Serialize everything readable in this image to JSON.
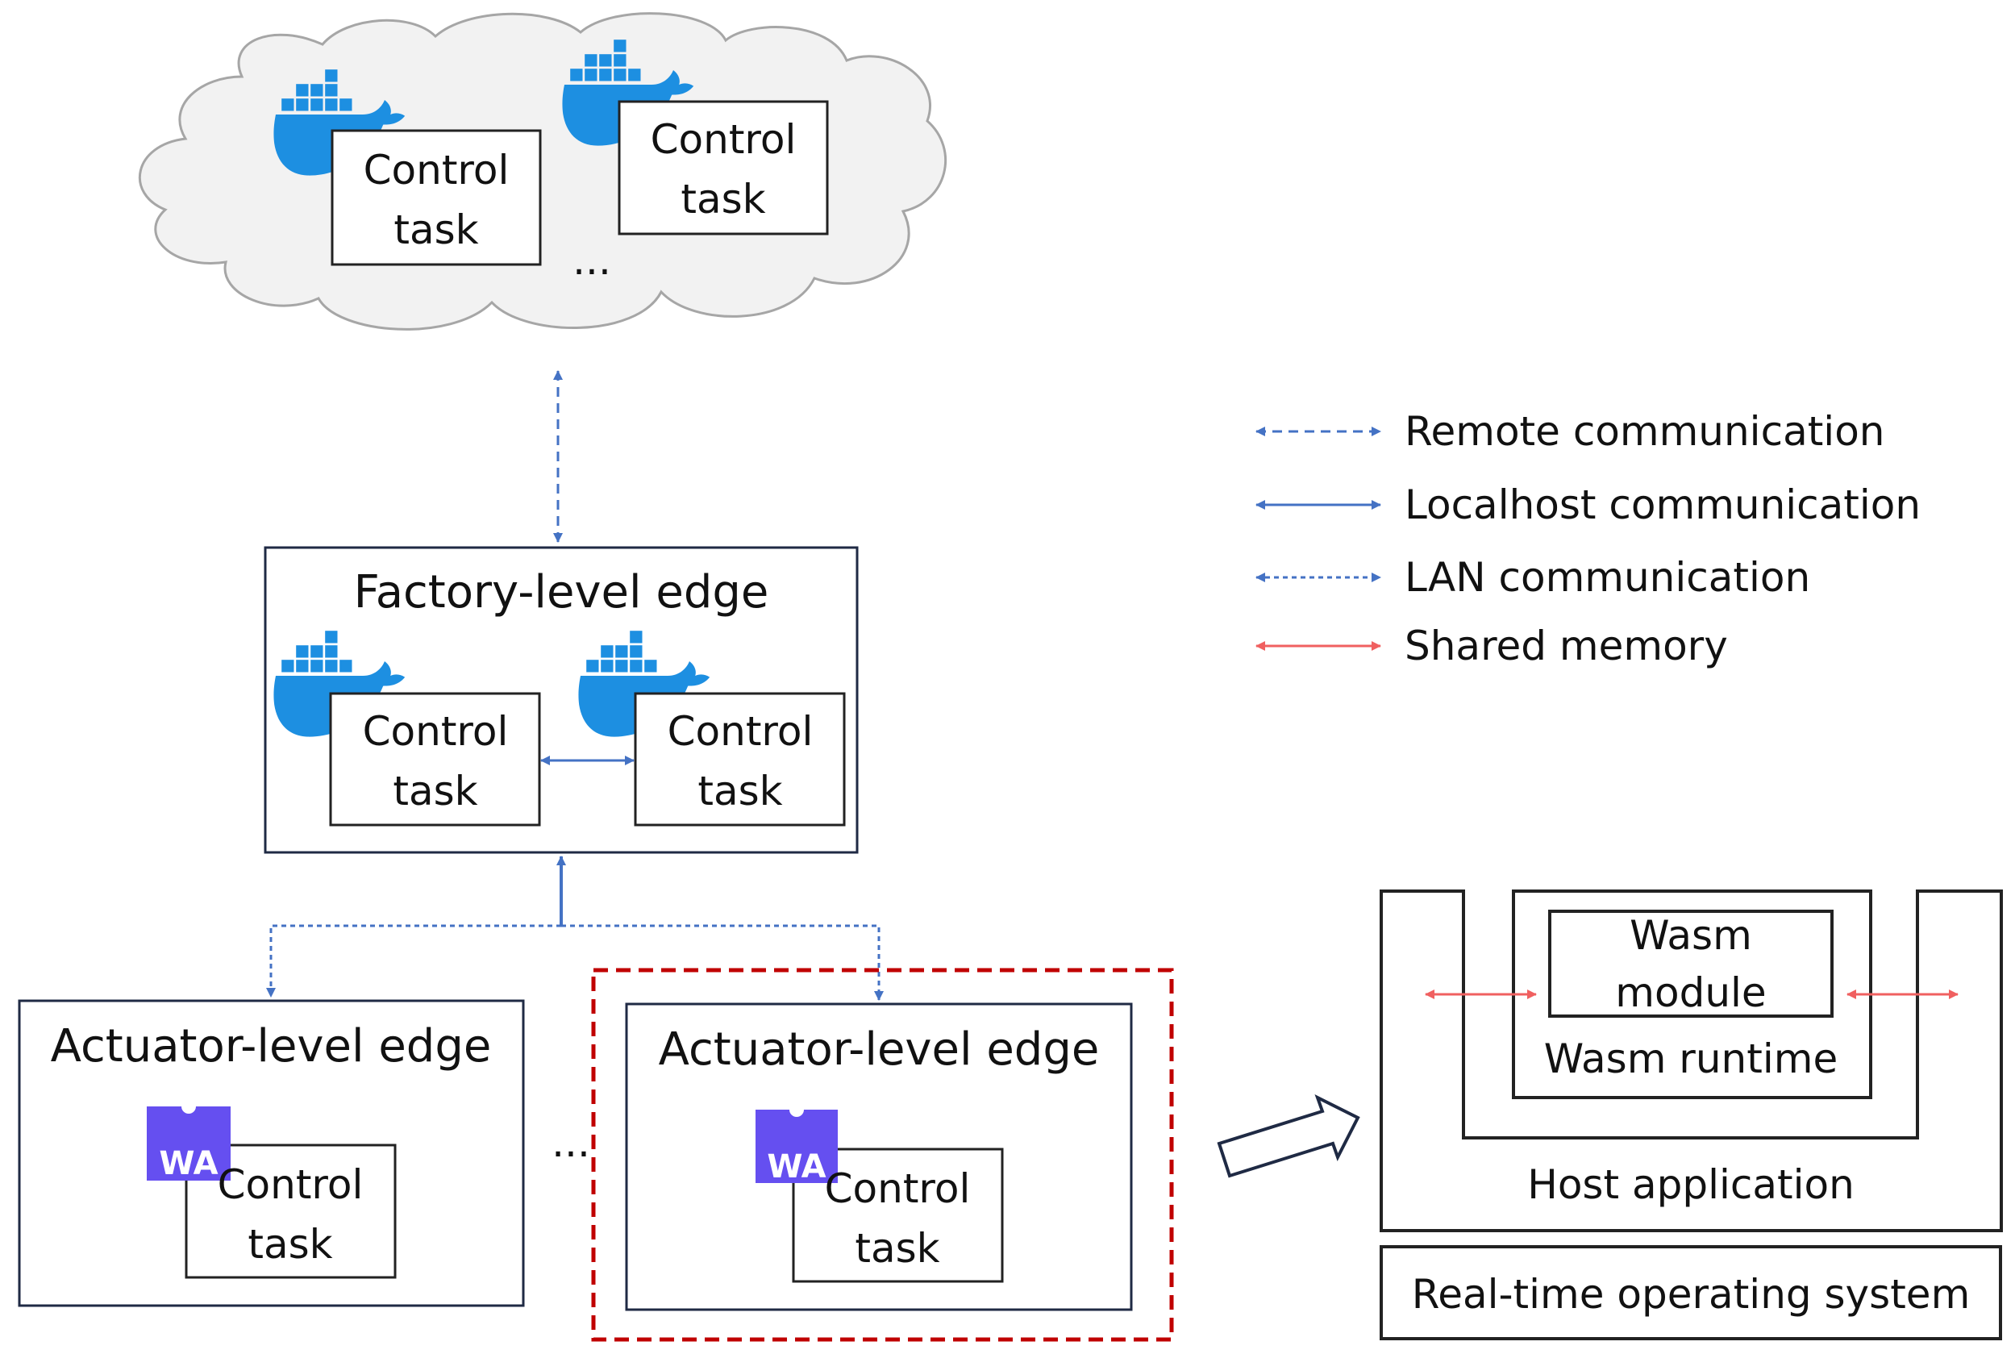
{
  "cloud": {
    "task1": {
      "line1": "Control",
      "line2": "task"
    },
    "task2": {
      "line1": "Control",
      "line2": "task"
    },
    "ellipsis": "..."
  },
  "factory": {
    "title": "Factory-level edge",
    "task1": {
      "line1": "Control",
      "line2": "task"
    },
    "task2": {
      "line1": "Control",
      "line2": "task"
    }
  },
  "actuator_left": {
    "title": "Actuator-level edge",
    "badge": "WA",
    "task": {
      "line1": "Control",
      "line2": "task"
    }
  },
  "actuator_ellipsis": "...",
  "actuator_right": {
    "title": "Actuator-level edge",
    "badge": "WA",
    "task": {
      "line1": "Control",
      "line2": "task"
    }
  },
  "legend": {
    "items": [
      {
        "label": "Remote communication",
        "style": "dashed",
        "color": "#4472C4"
      },
      {
        "label": "Localhost communication",
        "style": "solid",
        "color": "#4472C4"
      },
      {
        "label": "LAN communication",
        "style": "dotted",
        "color": "#4472C4"
      },
      {
        "label": "Shared memory",
        "style": "solid",
        "color": "#F06060"
      }
    ]
  },
  "detail": {
    "wasm_module": {
      "line1": "Wasm",
      "line2": "module"
    },
    "wasm_runtime": "Wasm runtime",
    "host_application": "Host application",
    "rtos": "Real-time operating system"
  },
  "colors": {
    "docker": "#1D8FE1",
    "wasm_badge": "#654FF0",
    "highlight": "#C00000",
    "box_stroke": "#1F2A44",
    "arrow_blue": "#4472C4",
    "arrow_red": "#F06060"
  }
}
